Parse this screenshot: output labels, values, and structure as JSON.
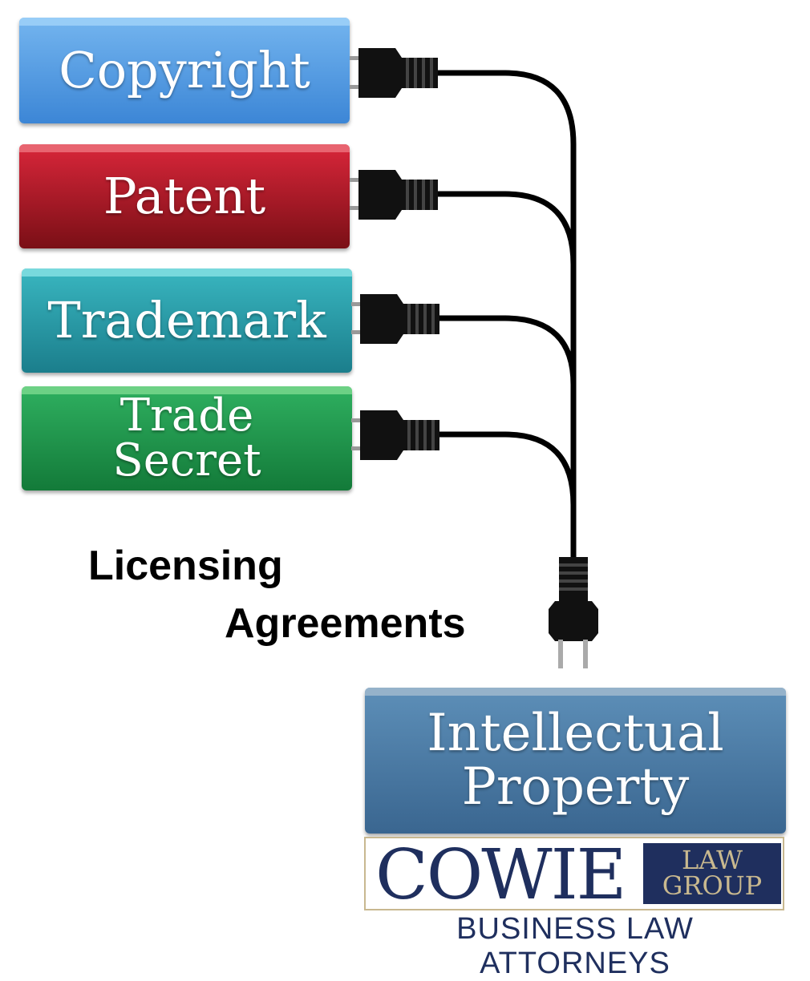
{
  "blocks": {
    "copyright": "Copyright",
    "patent": "Patent",
    "trademark": "Trademark",
    "trade_secret_line1": "Trade",
    "trade_secret_line2": "Secret"
  },
  "licensing": {
    "line1": "Licensing",
    "line2": "Agreements"
  },
  "target": {
    "line1": "Intellectual",
    "line2": "Property"
  },
  "logo": {
    "name": "COWIE",
    "box_line1": "LAW",
    "box_line2": "GROUP",
    "tagline": "BUSINESS LAW ATTORNEYS"
  },
  "colors": {
    "copyright": "#4a95e0",
    "patent": "#b81c2c",
    "trademark": "#2aa0ac",
    "trade_secret": "#209a4c",
    "intellectual_property": "#4a7aa4",
    "logo_navy": "#1f2f5e",
    "logo_gold": "#c9b98f"
  }
}
